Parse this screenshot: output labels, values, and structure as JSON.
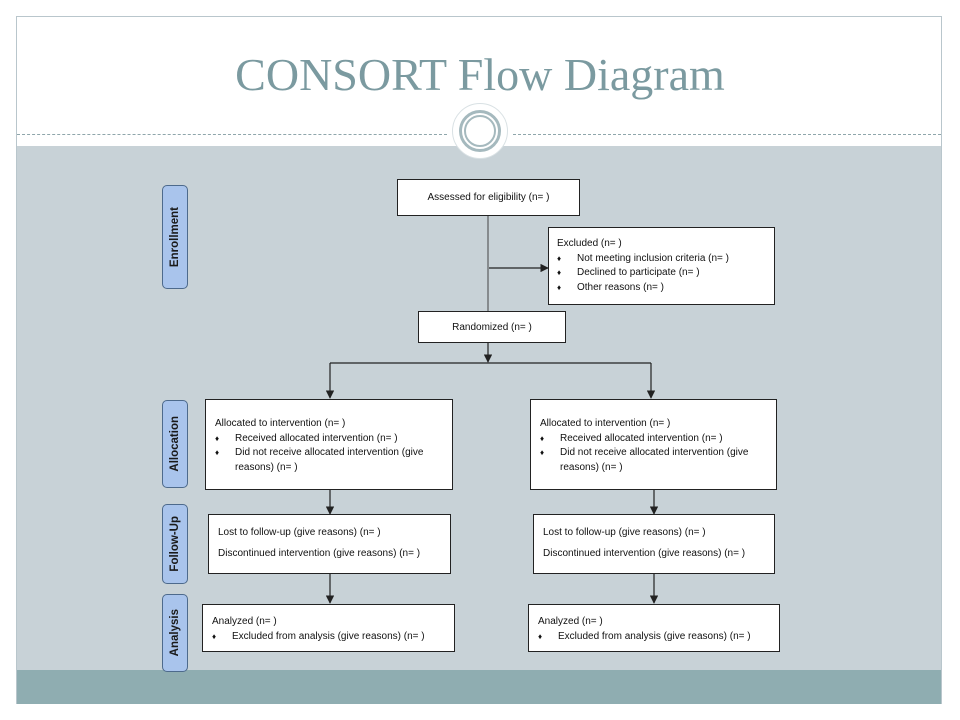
{
  "slide": {
    "title": "CONSORT Flow Diagram"
  },
  "phases": {
    "enrollment": "Enrollment",
    "allocation": "Allocation",
    "follow_up": "Follow-Up",
    "analysis": "Analysis"
  },
  "enrollment": {
    "assessed": "Assessed for eligibility (n= )",
    "excluded": {
      "heading": "Excluded (n= )",
      "items": [
        "Not meeting inclusion criteria (n= )",
        "Declined to participate (n= )",
        "Other reasons (n= )"
      ]
    },
    "randomized": "Randomized (n= )"
  },
  "arms": [
    {
      "allocation": {
        "heading": "Allocated to intervention (n= )",
        "items": [
          "Received allocated intervention (n= )",
          "Did not receive allocated intervention (give reasons) (n= )"
        ]
      },
      "follow_up": {
        "lost": "Lost to follow-up (give reasons) (n= )",
        "discontinued": "Discontinued intervention (give reasons) (n= )"
      },
      "analysis": {
        "heading": "Analyzed (n= )",
        "items": [
          "Excluded from analysis (give reasons) (n= )"
        ]
      }
    },
    {
      "allocation": {
        "heading": "Allocated to intervention (n= )",
        "items": [
          "Received allocated intervention (n= )",
          "Did not receive allocated intervention (give reasons) (n= )"
        ]
      },
      "follow_up": {
        "lost": "Lost to follow-up (give reasons) (n= )",
        "discontinued": "Discontinued intervention (give reasons) (n= )"
      },
      "analysis": {
        "heading": "Analyzed (n= )",
        "items": [
          "Excluded from analysis (give reasons) (n= )"
        ]
      }
    }
  ],
  "colors": {
    "title": "#7b9aa0",
    "content_background": "#c8d2d7",
    "bottom_bar": "#8fadb1",
    "phase_label_fill": "#a9c4ec",
    "box_border": "#222222"
  }
}
